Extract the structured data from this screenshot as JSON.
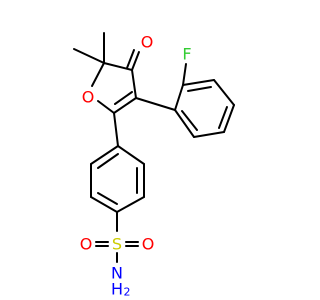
{
  "molecule": {
    "atoms": {
      "oxygen_ketone": {
        "label": "O",
        "color": "#ff0000"
      },
      "oxygen_ring": {
        "label": "O",
        "color": "#ff0000"
      },
      "fluorine": {
        "label": "F",
        "color": "#33cc33"
      },
      "sulfur": {
        "label": "S",
        "color": "#cccc00"
      },
      "oxygen_sulfonyl_left": {
        "label": "O",
        "color": "#ff0000"
      },
      "oxygen_sulfonyl_right": {
        "label": "O",
        "color": "#ff0000"
      },
      "amine_n": {
        "label": "N",
        "color": "#0000ff"
      },
      "amine_h": {
        "label": "H",
        "color": "#0000ff"
      },
      "amine_h_count": {
        "label": "2",
        "color": "#0000ff"
      }
    },
    "bond_color": "#000000",
    "background": "#ffffff"
  }
}
